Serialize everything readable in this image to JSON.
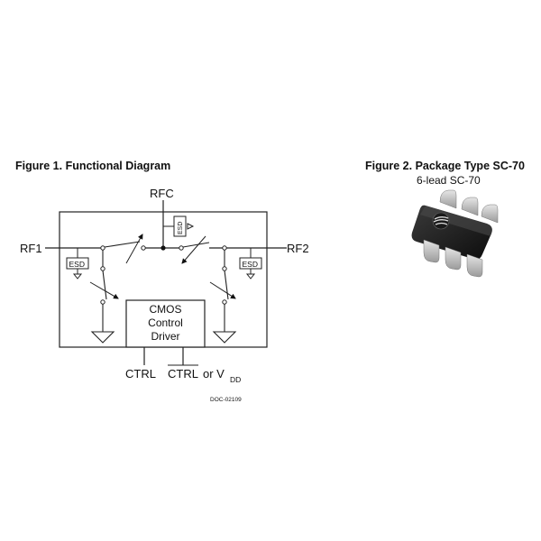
{
  "figure1": {
    "title": "Figure 1. Functional Diagram",
    "labels": {
      "rfc": "RFC",
      "rf1": "RF1",
      "rf2": "RF2",
      "esd": "ESD",
      "driver_line1": "CMOS",
      "driver_line2": "Control",
      "driver_line3": "Driver",
      "ctrl": "CTRL",
      "ctrl_bar": "CTRL",
      "or_v": "or V",
      "vdd_sub": "DD",
      "doc_number": "DOC-02109"
    }
  },
  "figure2": {
    "title": "Figure 2. Package Type SC-70",
    "subtitle": "6-lead SC-70"
  }
}
